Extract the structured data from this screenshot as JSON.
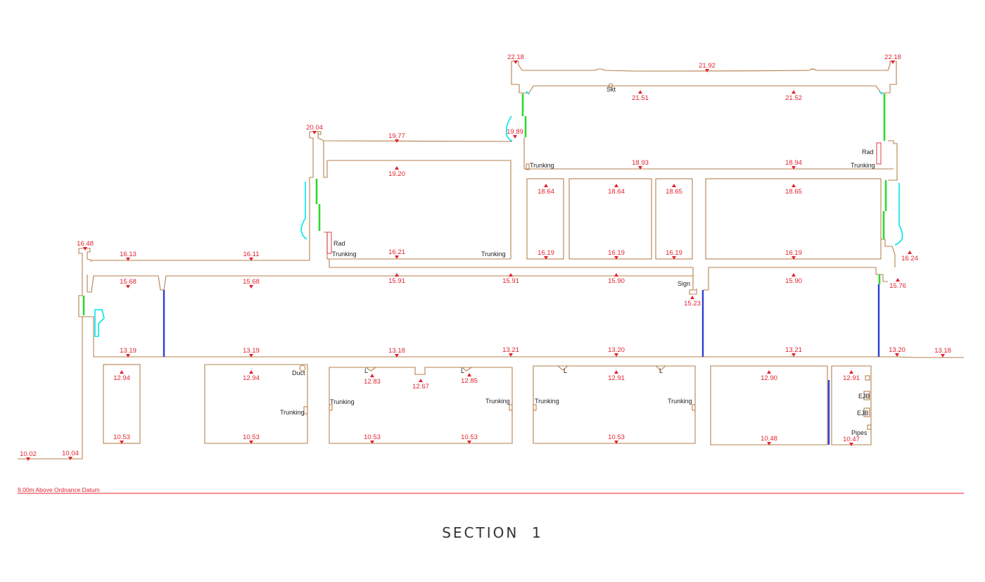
{
  "drawing": {
    "caption": "SECTION  1",
    "datum_label": "9.00m  Above  Ordnance  Datum",
    "colors": {
      "outline": "#b5814f",
      "level": "#e1232f",
      "glazing": "#2fd82f",
      "wall": "#2c3fd6",
      "fitting": "#00e5ee",
      "text": "#222222"
    },
    "levels": [
      {
        "id": "roof-left-top",
        "value": "22.18"
      },
      {
        "id": "roof-ridge",
        "value": "21.92"
      },
      {
        "id": "roof-right-top",
        "value": "22.18"
      },
      {
        "id": "ceiling-third-a",
        "value": "21.51"
      },
      {
        "id": "ceiling-third-b",
        "value": "21.52"
      },
      {
        "id": "parapet-mid",
        "value": "20.04"
      },
      {
        "id": "roof-mid",
        "value": "19.77"
      },
      {
        "id": "sill-third",
        "value": "19.89"
      },
      {
        "id": "ceiling-second-left",
        "value": "19.20"
      },
      {
        "id": "floor-third",
        "value": "18.93"
      },
      {
        "id": "floor-third-b",
        "value": "18.94"
      },
      {
        "id": "ceiling-second-a",
        "value": "18.64"
      },
      {
        "id": "ceiling-second-b",
        "value": "18.64"
      },
      {
        "id": "ceiling-second-c",
        "value": "18.65"
      },
      {
        "id": "ceiling-second-d",
        "value": "18.65"
      },
      {
        "id": "parapet-left",
        "value": "16.48"
      },
      {
        "id": "roof-left-a",
        "value": "16.13"
      },
      {
        "id": "roof-left-b",
        "value": "16.11"
      },
      {
        "id": "floor-second-left",
        "value": "16.21"
      },
      {
        "id": "floor-second-a",
        "value": "16.19"
      },
      {
        "id": "floor-second-b",
        "value": "16.19"
      },
      {
        "id": "floor-second-c",
        "value": "16.19"
      },
      {
        "id": "floor-second-d",
        "value": "16.19"
      },
      {
        "id": "ext-right-upper",
        "value": "16.24"
      },
      {
        "id": "ceiling-first-a",
        "value": "15.68"
      },
      {
        "id": "ceiling-first-b",
        "value": "15.68"
      },
      {
        "id": "ceiling-first-c",
        "value": "15.91"
      },
      {
        "id": "ceiling-first-d",
        "value": "15.91"
      },
      {
        "id": "ceiling-first-e",
        "value": "15.90"
      },
      {
        "id": "ceiling-first-f",
        "value": "15.90"
      },
      {
        "id": "ext-right-mid",
        "value": "15.76"
      },
      {
        "id": "sign-level",
        "value": "15.23"
      },
      {
        "id": "floor-first-a",
        "value": "13.19"
      },
      {
        "id": "floor-first-b",
        "value": "13.19"
      },
      {
        "id": "floor-first-c",
        "value": "13.18"
      },
      {
        "id": "floor-first-d",
        "value": "13.21"
      },
      {
        "id": "floor-first-e",
        "value": "13.20"
      },
      {
        "id": "floor-first-f",
        "value": "13.21"
      },
      {
        "id": "ext-right-ground-a",
        "value": "13.20"
      },
      {
        "id": "ext-right-ground-b",
        "value": "13.18"
      },
      {
        "id": "ceiling-ground-a",
        "value": "12.94"
      },
      {
        "id": "ceiling-ground-b",
        "value": "12.94"
      },
      {
        "id": "ceiling-ground-c",
        "value": "12.83"
      },
      {
        "id": "ceiling-ground-d",
        "value": "12.67"
      },
      {
        "id": "ceiling-ground-e",
        "value": "12.85"
      },
      {
        "id": "ceiling-ground-f",
        "value": "12.91"
      },
      {
        "id": "ceiling-ground-g",
        "value": "12.90"
      },
      {
        "id": "ceiling-ground-h",
        "value": "12.91"
      },
      {
        "id": "floor-ground-a",
        "value": "10.53"
      },
      {
        "id": "floor-ground-b",
        "value": "10.53"
      },
      {
        "id": "floor-ground-c",
        "value": "10.53"
      },
      {
        "id": "floor-ground-d",
        "value": "10.53"
      },
      {
        "id": "floor-ground-e",
        "value": "10.53"
      },
      {
        "id": "floor-ground-f",
        "value": "10.48"
      },
      {
        "id": "floor-ground-g",
        "value": "10.47"
      },
      {
        "id": "ext-left-a",
        "value": "10.02"
      },
      {
        "id": "ext-left-b",
        "value": "10.04"
      }
    ],
    "labels": {
      "skt": "Skt",
      "trunking": "Trunking",
      "rad": "Rad",
      "sign": "Sign",
      "duct": "Duct",
      "light": "L",
      "ejb": "EJB",
      "pipes": "Pipes"
    }
  }
}
